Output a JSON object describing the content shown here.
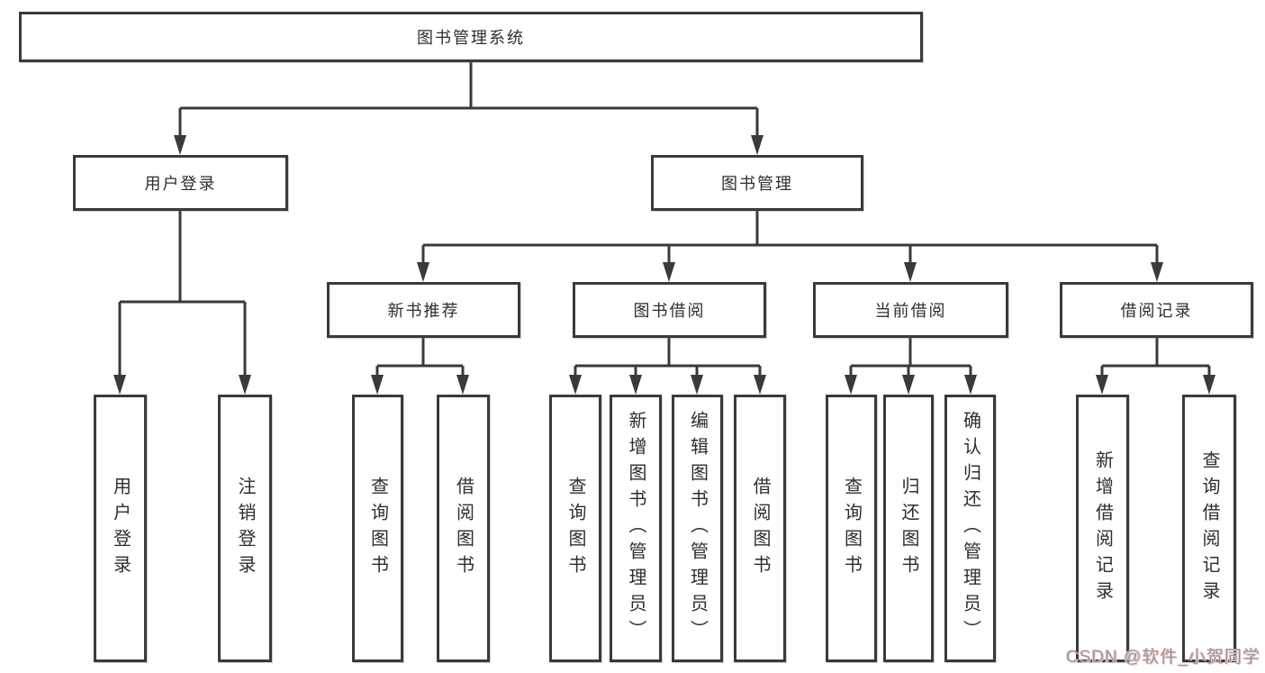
{
  "diagram": {
    "root": {
      "label": "图书管理系统"
    },
    "level2": [
      {
        "label": "用户登录"
      },
      {
        "label": "图书管理"
      }
    ],
    "level3": [
      {
        "label": "新书推荐"
      },
      {
        "label": "图书借阅"
      },
      {
        "label": "当前借阅"
      },
      {
        "label": "借阅记录"
      }
    ],
    "leaves": [
      {
        "label": "用户登录"
      },
      {
        "label": "注销登录"
      },
      {
        "label": "查询图书"
      },
      {
        "label": "借阅图书"
      },
      {
        "label": "查询图书"
      },
      {
        "label": "新增图书（管理员）"
      },
      {
        "label": "编辑图书（管理员）"
      },
      {
        "label": "借阅图书"
      },
      {
        "label": "查询图书"
      },
      {
        "label": "归还图书"
      },
      {
        "label": "确认归还（管理员）"
      },
      {
        "label": "新增借阅记录"
      },
      {
        "label": "查询借阅记录"
      }
    ]
  },
  "watermark": {
    "text": "CSDN @软件_小贺同学"
  },
  "colors": {
    "line": "#3a3a3a",
    "box_border": "#3a3a3a",
    "text": "#2e2e2e",
    "watermark_text": "#9a9a9a",
    "watermark_accent": "#f3c9c9",
    "background": "#ffffff"
  }
}
